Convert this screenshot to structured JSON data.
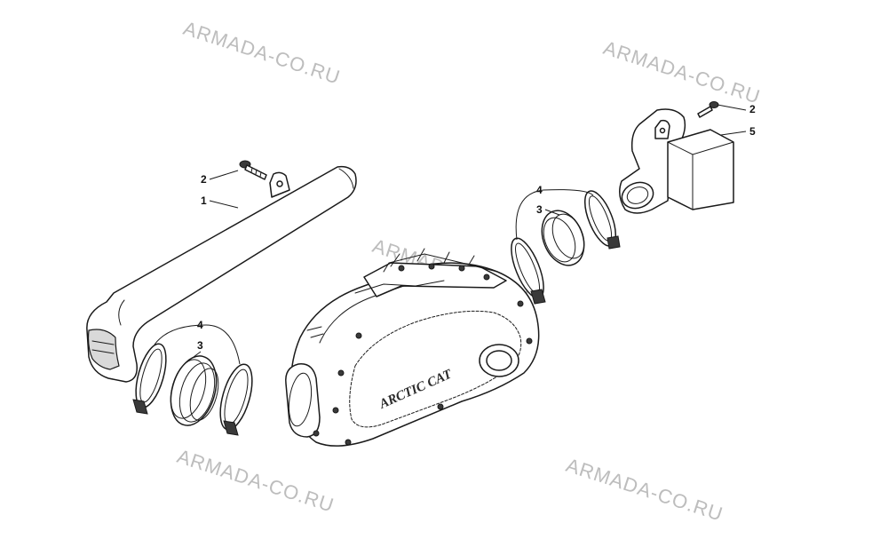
{
  "watermark_text": "ARMADA-CO.RU",
  "cover_logo": "ARCTIC CAT",
  "callouts": {
    "left_duct": "1",
    "left_screw": "2",
    "left_clamp_pair": "4",
    "left_boot": "3",
    "right_clamp_pair": "4",
    "right_boot": "3",
    "right_screw": "2",
    "right_box": "5"
  }
}
